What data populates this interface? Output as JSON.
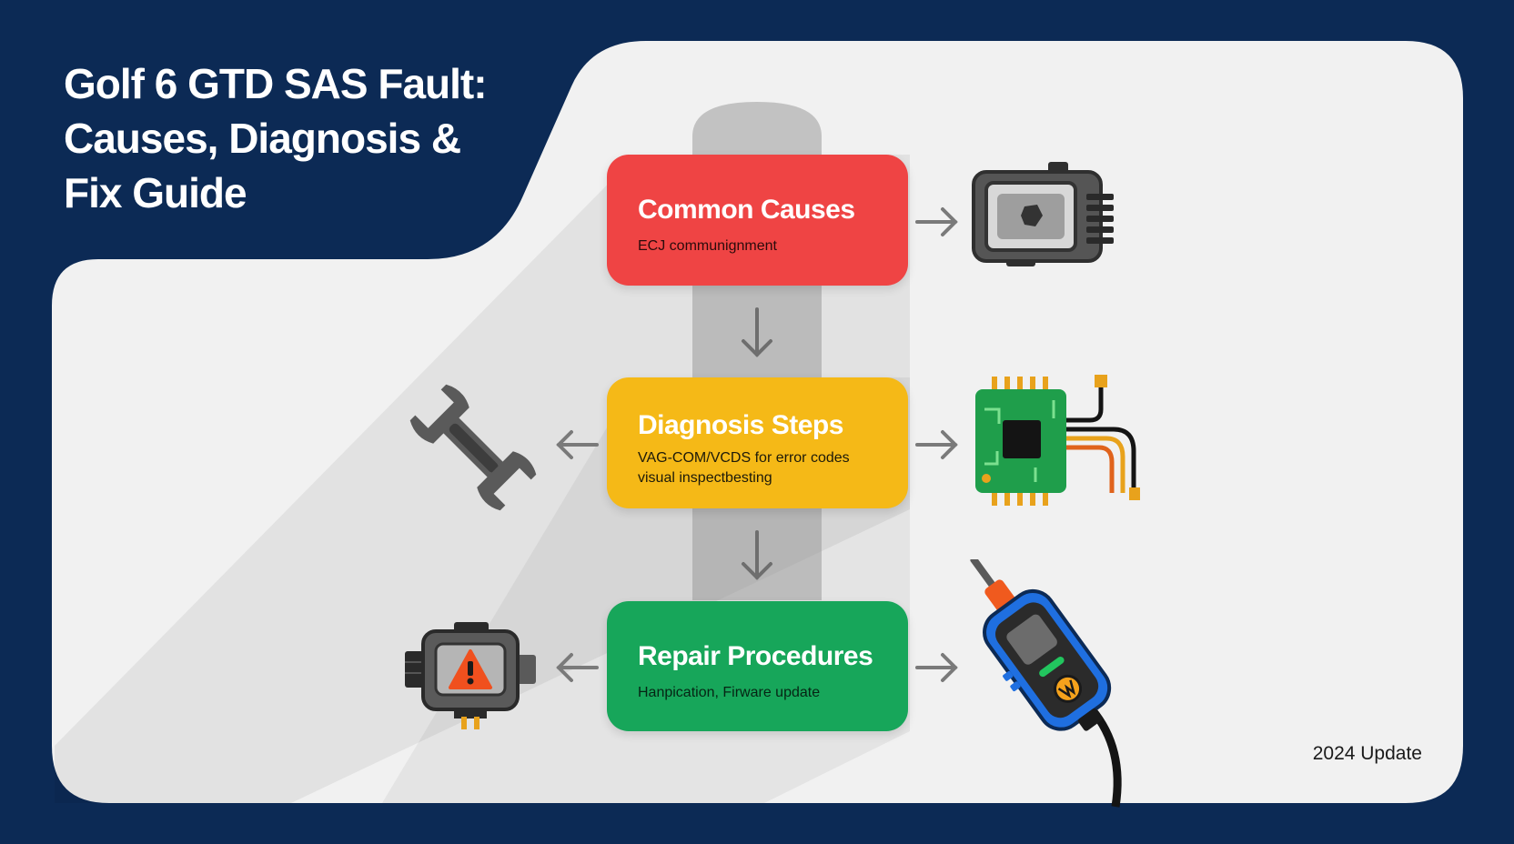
{
  "title_lines": [
    "Golf 6 GTD SAS Fault:",
    "Causes, Diagnosis &",
    "Fix Guide"
  ],
  "steps": [
    {
      "heading": "Common Causes",
      "lines": [
        "ECJ communignment"
      ],
      "color": "#ef4444"
    },
    {
      "heading": "Diagnosis Steps",
      "lines": [
        "VAG-COM/VCDS for error codes",
        "visual inspectbesting"
      ],
      "color": "#f5b917"
    },
    {
      "heading": "Repair Procedures",
      "lines": [
        "Hanpication, Firware update"
      ],
      "color": "#17a65a"
    }
  ],
  "badge": "2024 Update",
  "colors": {
    "background": "#0c2a55",
    "panel": "#f0f0f0",
    "arrow": "#7a7a7a"
  },
  "icons": [
    "sensor-module-icon",
    "wrench-icon",
    "circuit-board-icon",
    "warning-sensor-icon",
    "multimeter-probe-icon"
  ]
}
